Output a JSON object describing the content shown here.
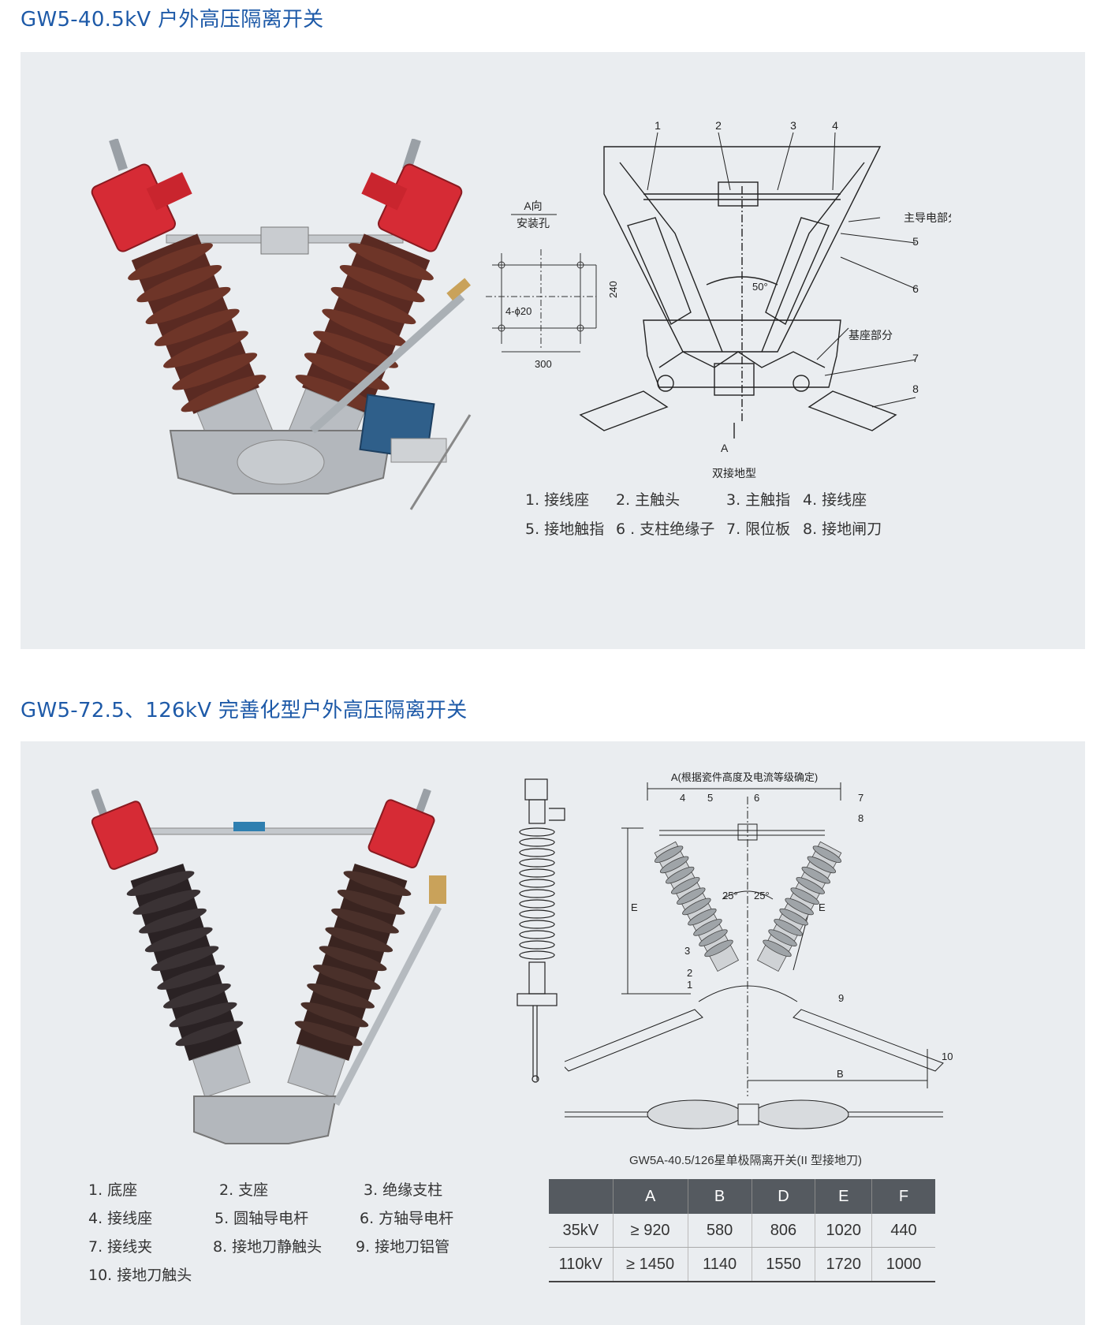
{
  "section1": {
    "title": "GW5-40.5kV 户外高压隔离开关",
    "diagram": {
      "top_numbers": [
        "1",
        "2",
        "3",
        "4"
      ],
      "side_numbers": [
        "5",
        "6",
        "7",
        "8"
      ],
      "main_part_label": "主导电部分",
      "base_part_label": "基座部分",
      "angle_label": "50°",
      "direction_label": "A",
      "caption": "双接地型",
      "mount_view_label": "A向",
      "mount_hole_label": "安装孔",
      "hole_spec": "4-ϕ20",
      "dim_width": "300",
      "dim_height": "240"
    },
    "legend": [
      "1. 接线座",
      "2. 主触头",
      "3. 主触指",
      "4. 接线座",
      "5. 接地触指",
      "6 . 支柱绝缘子",
      "7. 限位板",
      "8. 接地闸刀"
    ]
  },
  "section2": {
    "title": "GW5-72.5、126kV 完善化型户外高压隔离开关",
    "diagram": {
      "dim_A_label": "A(根据瓷件高度及电流等级确定)",
      "dim_B_label": "B",
      "dim_E_left": "E",
      "dim_E_right": "E",
      "angle_left": "25°",
      "angle_right": "25°",
      "numbers": [
        "1",
        "2",
        "3",
        "4",
        "5",
        "6",
        "7",
        "8",
        "9",
        "10"
      ],
      "caption": "GW5A-40.5/126星单极隔离开关(II 型接地刀)"
    },
    "legend": [
      "1. 底座",
      "2. 支座",
      "3. 绝缘支柱",
      "4. 接线座",
      "5. 圆轴导电杆",
      "6. 方轴导电杆",
      "7. 接线夹",
      "8. 接地刀静触头",
      "9. 接地刀铝管",
      "10. 接地刀触头"
    ],
    "table": {
      "headers": [
        "",
        "A",
        "B",
        "D",
        "E",
        "F"
      ],
      "rows": [
        [
          "35kV",
          "≥ 920",
          "580",
          "806",
          "1020",
          "440"
        ],
        [
          "110kV",
          "≥ 1450",
          "1140",
          "1550",
          "1720",
          "1000"
        ]
      ]
    }
  },
  "colors": {
    "title_blue": "#1e5aa8",
    "panel_bg": "#eaedf0",
    "insulator_brown": "#5a2a22",
    "insulator_dark": "#2a2224",
    "cap_red": "#d62b35",
    "metal": "#b9bdc2",
    "table_header": "#555a60"
  }
}
